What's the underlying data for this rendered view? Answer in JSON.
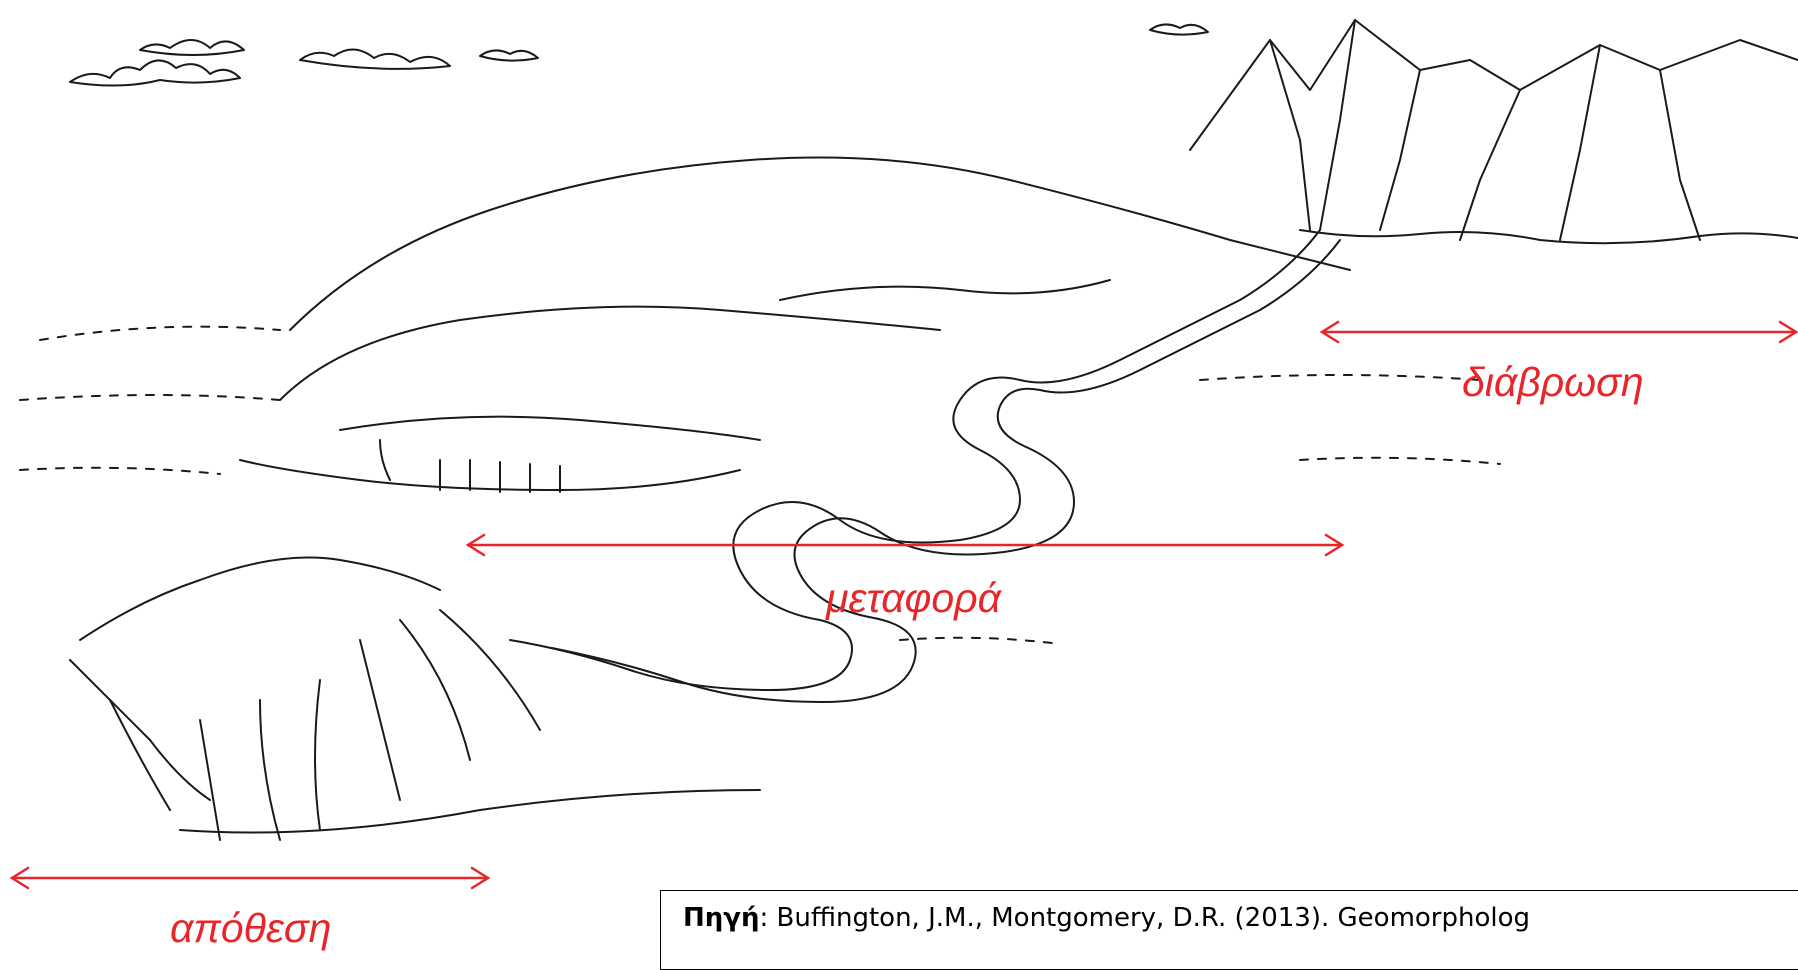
{
  "figure": {
    "background": "#ffffff",
    "line_color": "#1a1a1a",
    "accent_color": "#e8262a",
    "zones": {
      "erosion": "διάβρωση",
      "transport": "μεταφορά",
      "deposition": "απόθεση"
    },
    "source": {
      "label": "Πηγή",
      "separator": ":",
      "text": " Buffington, J.M., Montgomery, D.R. (2013). Geomorpholog"
    },
    "illustration": "river-landscape-drawing"
  }
}
